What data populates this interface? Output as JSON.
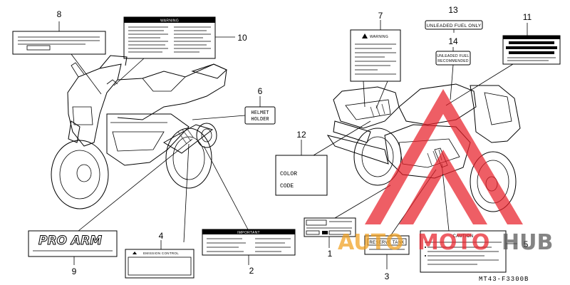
{
  "parts": [
    {
      "number": "1"
    },
    {
      "number": "2"
    },
    {
      "number": "3"
    },
    {
      "number": "4"
    },
    {
      "number": "5"
    },
    {
      "number": "6"
    },
    {
      "number": "7"
    },
    {
      "number": "8"
    },
    {
      "number": "9"
    },
    {
      "number": "10"
    },
    {
      "number": "11"
    },
    {
      "number": "12"
    },
    {
      "number": "13"
    },
    {
      "number": "14"
    }
  ],
  "labels": {
    "warning": "WARNING",
    "warning_small": "WARNING",
    "unleaded_only": "UNLEADED FUEL ONLY",
    "unleaded_recommended_1": "UNLEADED FUEL",
    "unleaded_recommended_2": "RECOMMENDED",
    "helmet_1": "HELMET",
    "helmet_2": "HOLDER",
    "color": "COLOR",
    "code": "CODE",
    "reserve_tank": "RESERVE TANK",
    "caution": "CAUTION",
    "important": "IMPORTANT",
    "pro_arm": "PRO ARM",
    "emission": "EMISSION CONTROL"
  },
  "diagram_code": "MT43-F3300B",
  "watermark": "AUTOMOTOHUB",
  "colors": {
    "watermark_red": "#e8212a",
    "watermark_orange": "#f0a020",
    "ink": "#000000"
  }
}
